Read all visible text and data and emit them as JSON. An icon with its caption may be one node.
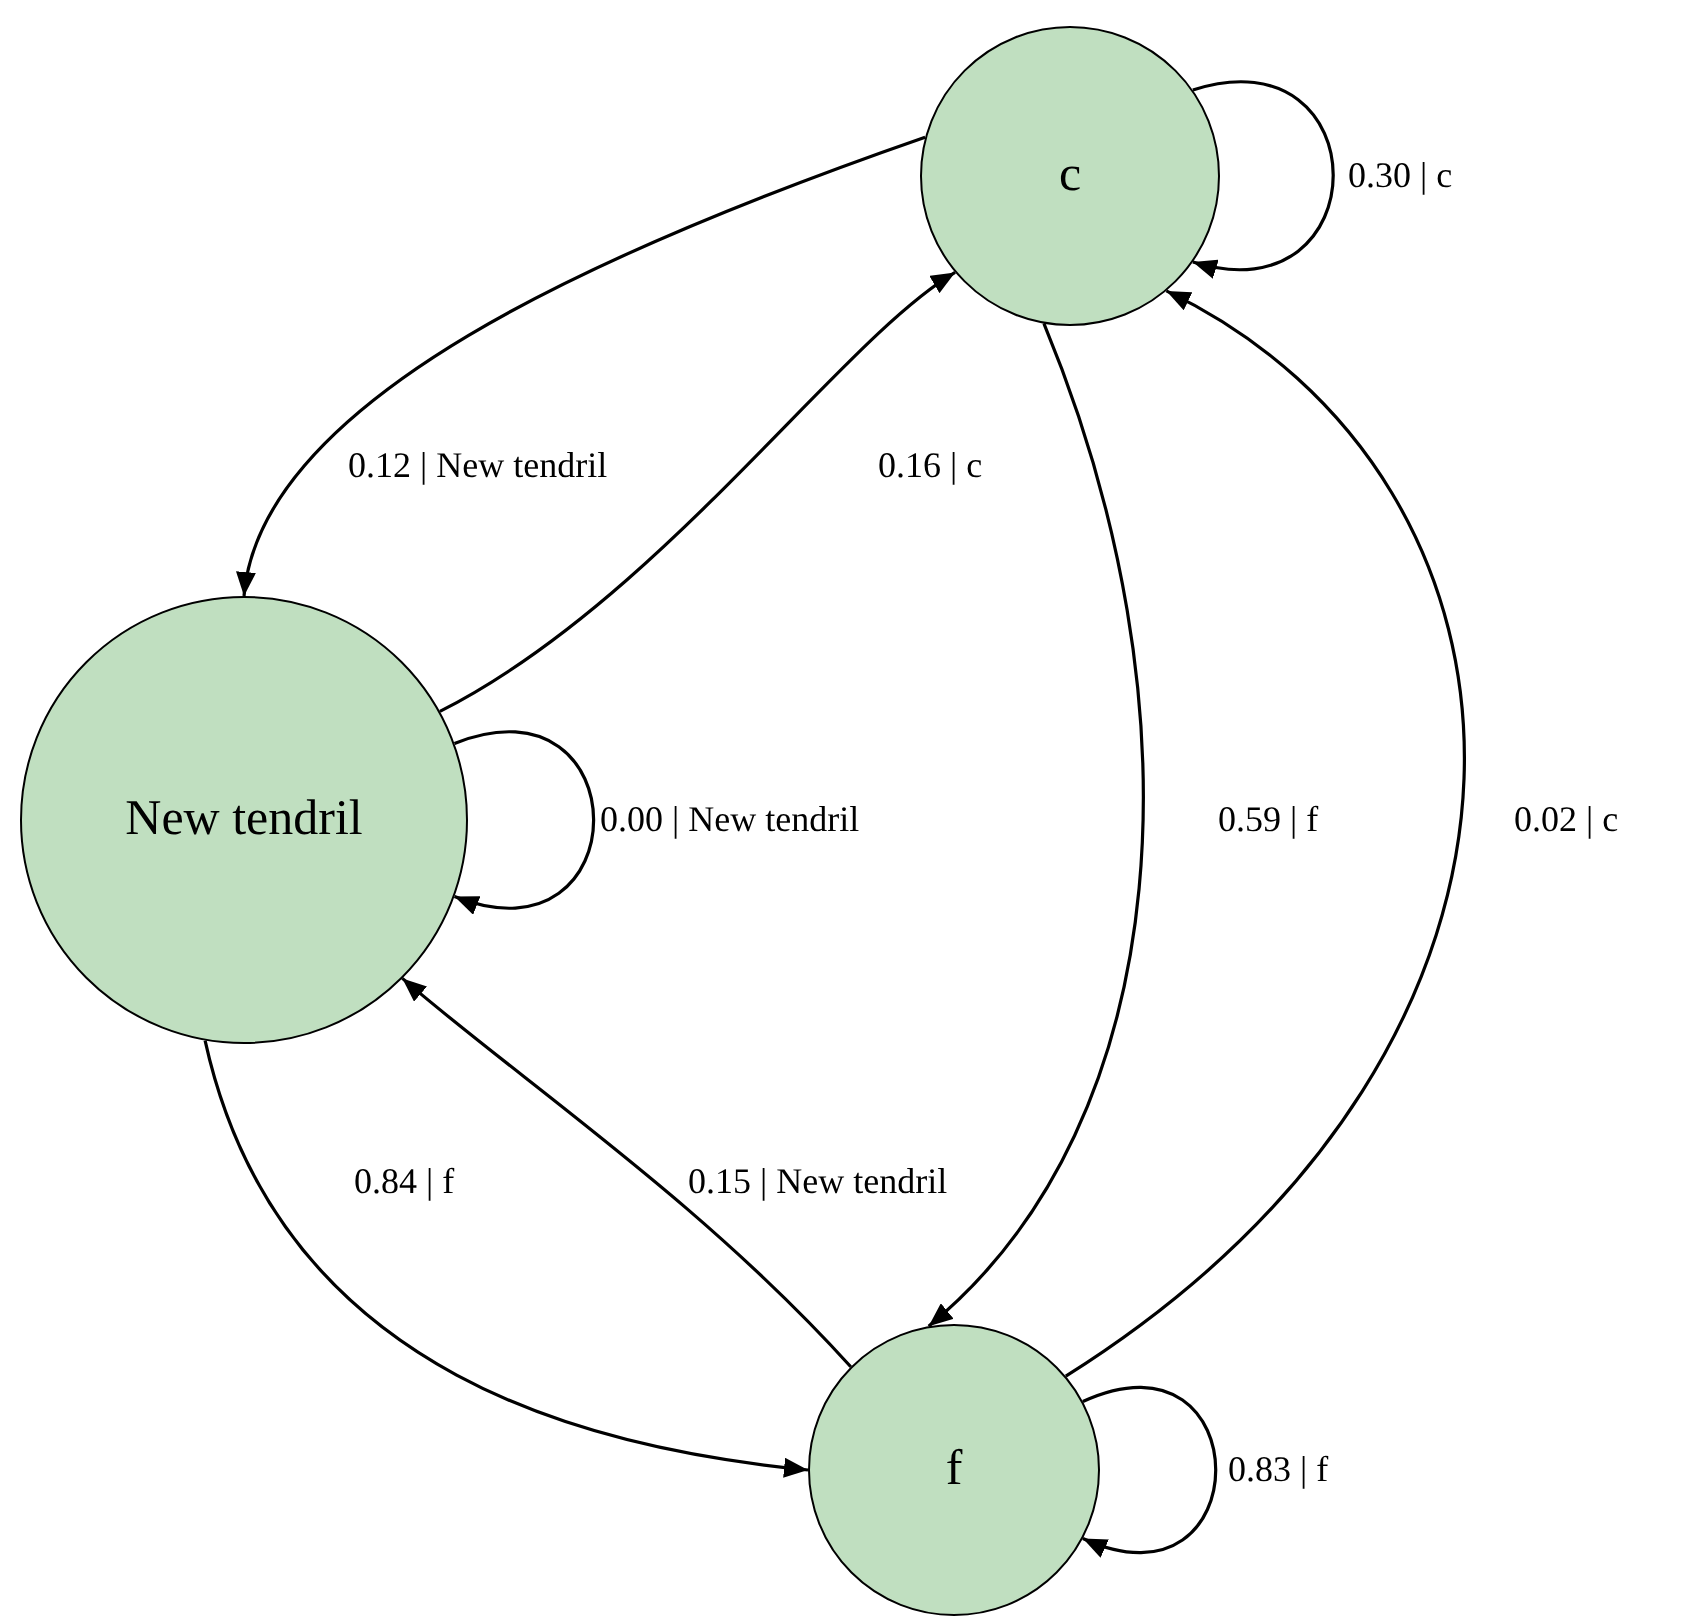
{
  "diagram": {
    "nodes": [
      {
        "text": [
          "c"
        ]
      },
      {
        "text": [
          "New tendril"
        ]
      },
      {
        "text": [
          "f"
        ]
      }
    ],
    "edges": [
      {
        "from": 0,
        "to": 0,
        "arrow": "to",
        "label": "0.30 | c"
      },
      {
        "from": 0,
        "to": 1,
        "arrow": "to",
        "label": "0.12 | New tendril"
      },
      {
        "from": 1,
        "to": 0,
        "arrow": "to",
        "label": "0.16 | c"
      },
      {
        "from": 1,
        "to": 1,
        "arrow": "to",
        "label": "0.00 | New tendril"
      },
      {
        "from": 0,
        "to": 2,
        "arrow": "to",
        "label": "0.59 | f"
      },
      {
        "from": 2,
        "to": 0,
        "arrow": "to",
        "label": "0.02 | c"
      },
      {
        "from": 1,
        "to": 2,
        "arrow": "to",
        "label": "0.84 | f"
      },
      {
        "from": 2,
        "to": 1,
        "arrow": "to",
        "label": "0.15 | New tendril"
      },
      {
        "from": 2,
        "to": 2,
        "arrow": "to",
        "label": "0.83 | f"
      }
    ]
  }
}
